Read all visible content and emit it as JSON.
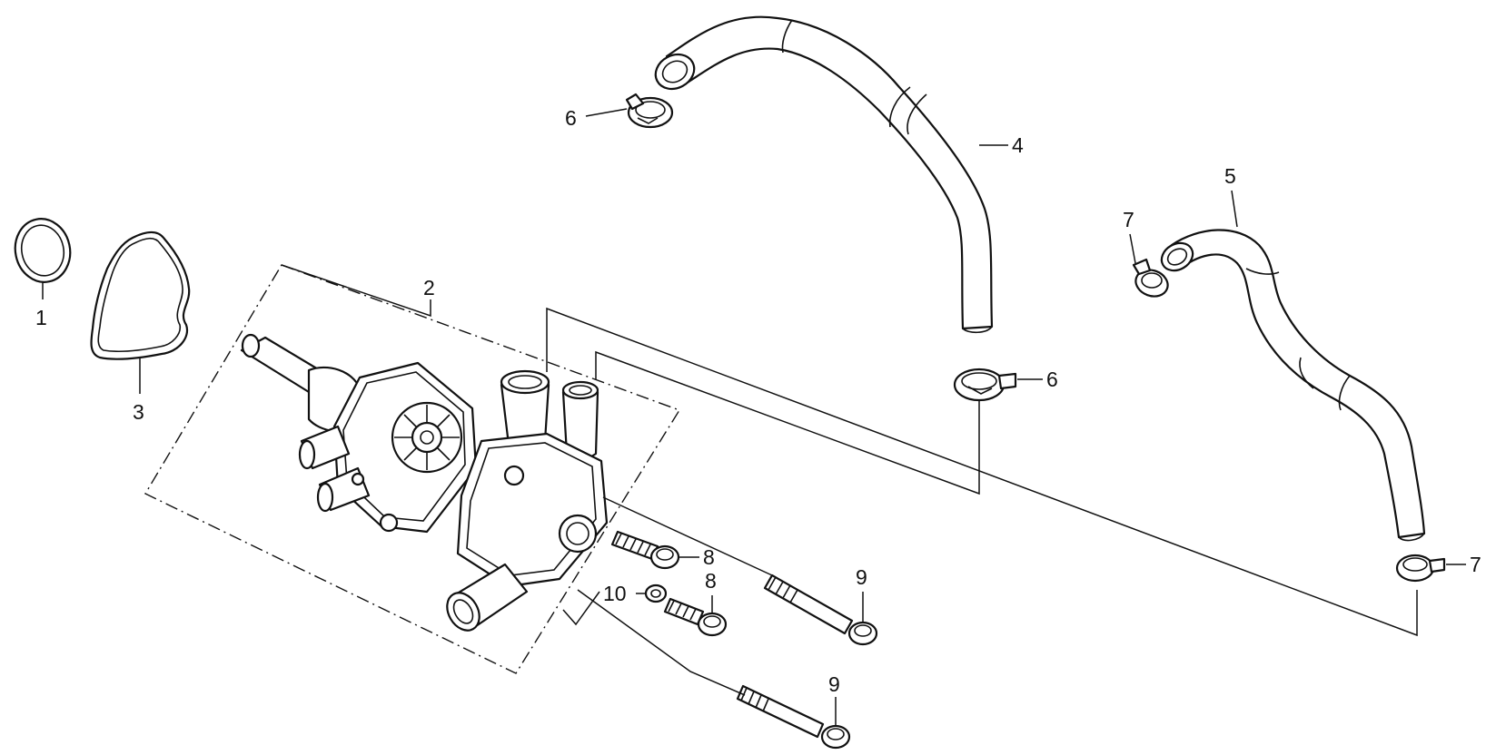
{
  "diagram": {
    "callouts": [
      {
        "id": "c1",
        "text": "1"
      },
      {
        "id": "c2",
        "text": "2"
      },
      {
        "id": "c3",
        "text": "3"
      },
      {
        "id": "c4",
        "text": "4"
      },
      {
        "id": "c5",
        "text": "5"
      },
      {
        "id": "c6a",
        "text": "6"
      },
      {
        "id": "c6b",
        "text": "6"
      },
      {
        "id": "c7a",
        "text": "7"
      },
      {
        "id": "c7b",
        "text": "7"
      },
      {
        "id": "c8a",
        "text": "8"
      },
      {
        "id": "c8b",
        "text": "8"
      },
      {
        "id": "c9a",
        "text": "9"
      },
      {
        "id": "c9b",
        "text": "9"
      },
      {
        "id": "c10",
        "text": "10"
      }
    ]
  }
}
